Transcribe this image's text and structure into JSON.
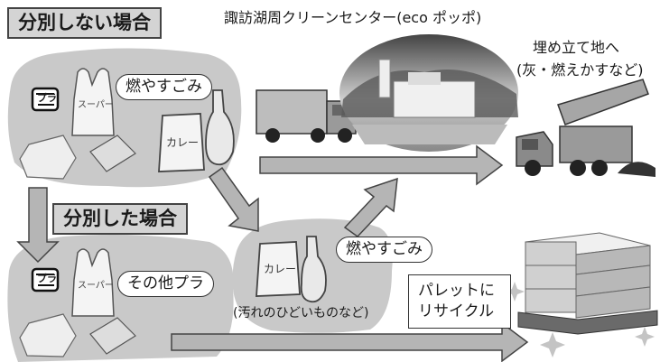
{
  "labels": {
    "no_separation": "分別しない場合",
    "with_separation": "分別した場合",
    "facility_name": "諏訪湖周クリーンセンター(eco ポッポ)",
    "landfill_line1": "埋め立て地へ",
    "landfill_line2": "(灰・燃えかすなど)",
    "burnable_top": "燃やすごみ",
    "burnable_middle": "燃やすごみ",
    "other_plastic": "その他プラ",
    "dirty_note": "(汚れのひどいものなど)",
    "pallet_recycle": "パレットに リサイクル"
  },
  "bag_prints": {
    "supermarket": "スーパー",
    "curry": "カレー",
    "plastic_mark": "プラ"
  }
}
